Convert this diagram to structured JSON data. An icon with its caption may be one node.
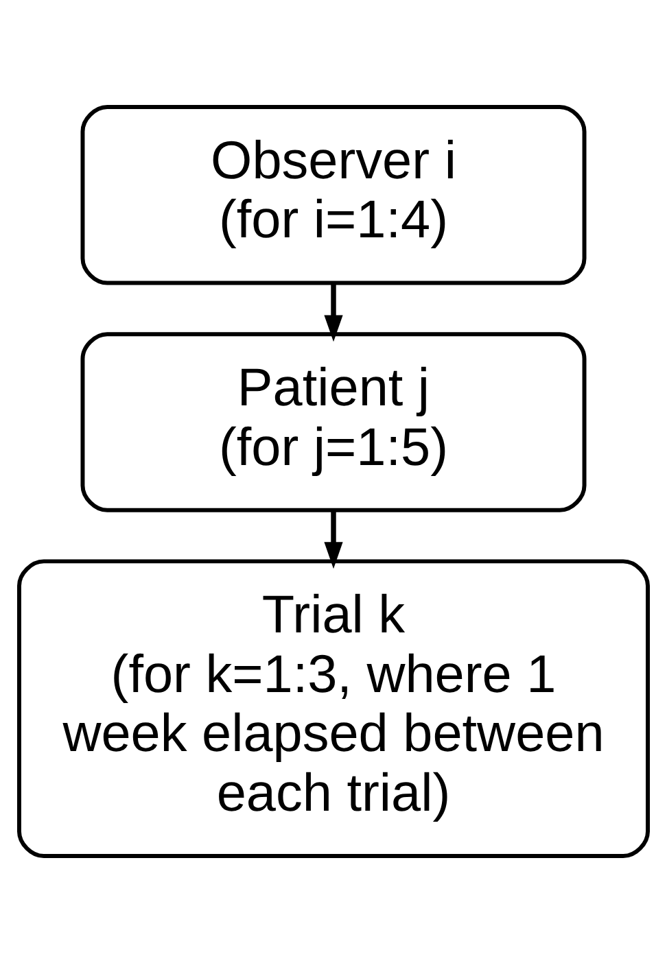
{
  "diagram": {
    "nodes": [
      {
        "text": [
          "Observer i",
          "(for i=1:4)"
        ]
      },
      {
        "text": [
          "Patient j",
          "(for j=1:5)"
        ]
      },
      {
        "text": [
          "Trial k",
          "(for k=1:3, where 1 week elapsed between each trial)"
        ]
      }
    ],
    "edges": [
      {
        "from": 0,
        "to": 1,
        "arrow": "to"
      },
      {
        "from": 1,
        "to": 2,
        "arrow": "to"
      }
    ]
  }
}
